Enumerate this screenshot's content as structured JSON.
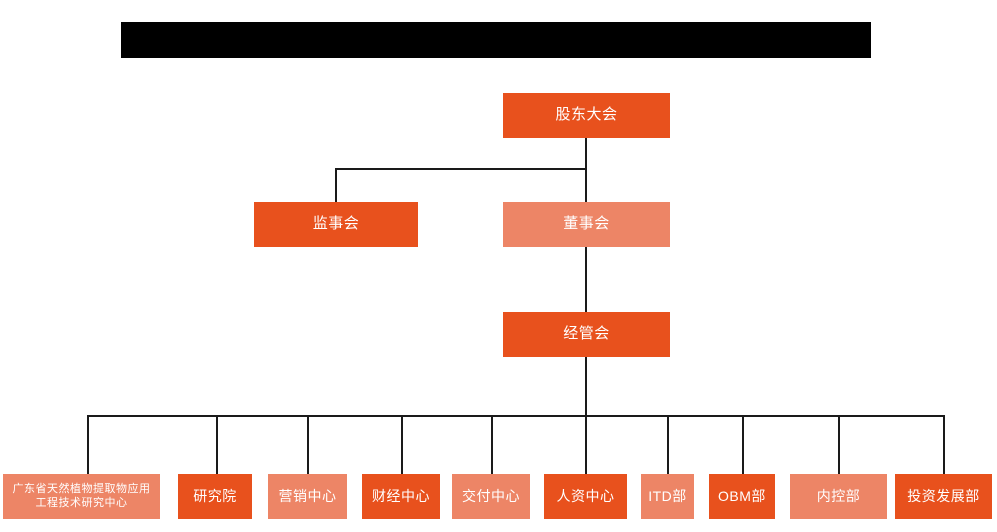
{
  "document": {
    "type": "organization-chart",
    "title_bar": {
      "redacted": true,
      "label": ""
    },
    "colors": {
      "dark_orange": "#E8511D",
      "light_orange": "#ED8566",
      "line": "#1a1a1a",
      "text": "#ffffff",
      "background": "#ffffff",
      "redaction": "#000000"
    }
  },
  "levels": [
    {
      "level": 1,
      "nodes": [
        {
          "id": "shareholders",
          "label": "股东大会",
          "tone": "dark",
          "font_size": 15
        }
      ]
    },
    {
      "level": 2,
      "nodes": [
        {
          "id": "supervisors",
          "label": "监事会",
          "tone": "dark",
          "font_size": 15
        },
        {
          "id": "directors",
          "label": "董事会",
          "tone": "light",
          "font_size": 15
        }
      ]
    },
    {
      "level": 3,
      "nodes": [
        {
          "id": "management",
          "label": "经管会",
          "tone": "dark",
          "font_size": 15
        }
      ]
    },
    {
      "level": 4,
      "nodes": [
        {
          "id": "rnd-center",
          "label": "广东省天然植物提取物应用工程技术研究中心",
          "tone": "light",
          "font_size": 11
        },
        {
          "id": "institute",
          "label": "研究院",
          "tone": "dark",
          "font_size": 14
        },
        {
          "id": "marketing",
          "label": "营销中心",
          "tone": "light",
          "font_size": 14
        },
        {
          "id": "finance",
          "label": "财经中心",
          "tone": "dark",
          "font_size": 14
        },
        {
          "id": "delivery",
          "label": "交付中心",
          "tone": "light",
          "font_size": 14
        },
        {
          "id": "hr",
          "label": "人资中心",
          "tone": "dark",
          "font_size": 14
        },
        {
          "id": "itd",
          "label": "ITD部",
          "tone": "light",
          "font_size": 14
        },
        {
          "id": "obm",
          "label": "OBM部",
          "tone": "dark",
          "font_size": 14
        },
        {
          "id": "internal-control",
          "label": "内控部",
          "tone": "light",
          "font_size": 14
        },
        {
          "id": "investment",
          "label": "投资发展部",
          "tone": "dark",
          "font_size": 14
        }
      ]
    }
  ]
}
